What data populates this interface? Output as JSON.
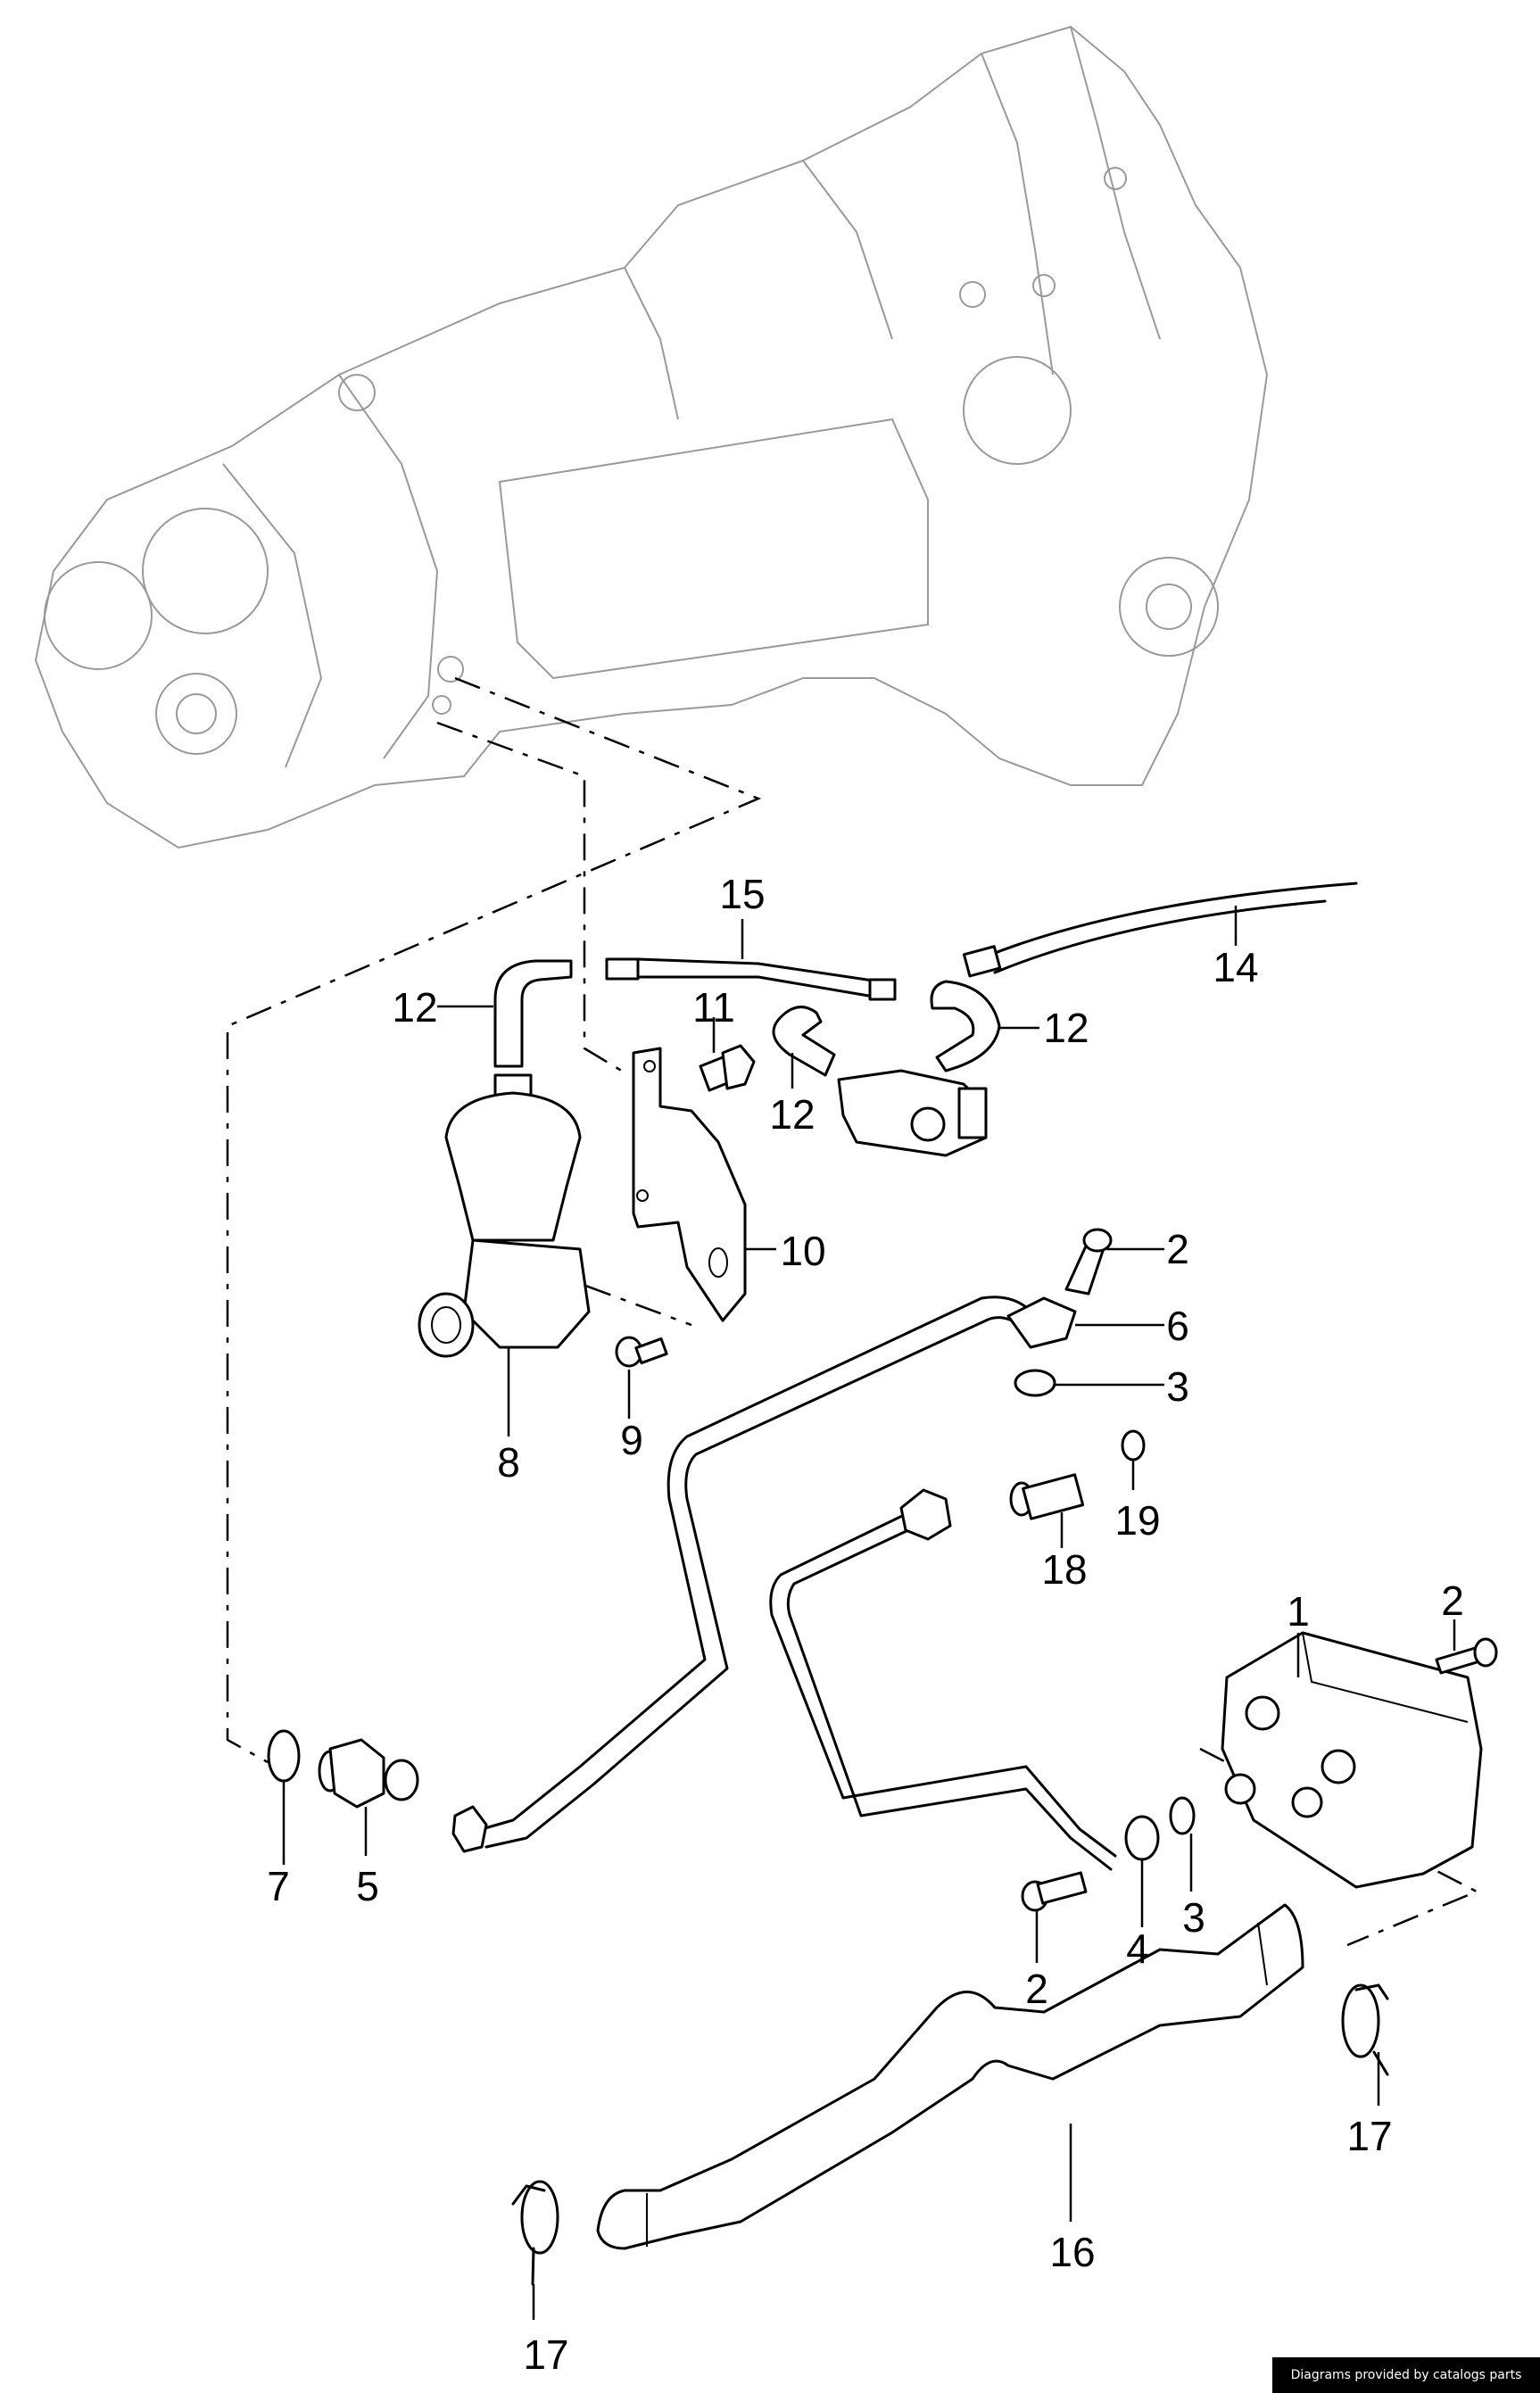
{
  "diagram": {
    "title": "Transmission cooling / oil cooler exploded parts diagram",
    "callouts": [
      {
        "id": "c1",
        "label": "1",
        "part": "oil cooler"
      },
      {
        "id": "c2a",
        "label": "2",
        "part": "bolt (upper)"
      },
      {
        "id": "c2b",
        "label": "2",
        "part": "bolt (cooler)"
      },
      {
        "id": "c2c",
        "label": "2",
        "part": "bolt (lower)"
      },
      {
        "id": "c3a",
        "label": "3",
        "part": "sealing ring (upper)"
      },
      {
        "id": "c3b",
        "label": "3",
        "part": "sealing ring (lower)"
      },
      {
        "id": "c4",
        "label": "4",
        "part": "pipe flange"
      },
      {
        "id": "c5",
        "label": "5",
        "part": "pipe flange"
      },
      {
        "id": "c6",
        "label": "6",
        "part": "union fitting"
      },
      {
        "id": "c7",
        "label": "7",
        "part": "sealing ring"
      },
      {
        "id": "c8",
        "label": "8",
        "part": "valve"
      },
      {
        "id": "c9",
        "label": "9",
        "part": "bolt"
      },
      {
        "id": "c10",
        "label": "10",
        "part": "bracket"
      },
      {
        "id": "c11",
        "label": "11",
        "part": "bolt"
      },
      {
        "id": "c12a",
        "label": "12",
        "part": "hose elbow (left)"
      },
      {
        "id": "c12b",
        "label": "12",
        "part": "hose elbow (middle)"
      },
      {
        "id": "c12c",
        "label": "12",
        "part": "hose elbow (right)"
      },
      {
        "id": "c14",
        "label": "14",
        "part": "vacuum line"
      },
      {
        "id": "c15",
        "label": "15",
        "part": "vacuum line"
      },
      {
        "id": "c16",
        "label": "16",
        "part": "coolant hose"
      },
      {
        "id": "c17a",
        "label": "17",
        "part": "hose clamp (left)"
      },
      {
        "id": "c17b",
        "label": "17",
        "part": "hose clamp (right)"
      },
      {
        "id": "c18",
        "label": "18",
        "part": "union fitting"
      },
      {
        "id": "c19",
        "label": "19",
        "part": "sealing ring"
      }
    ]
  },
  "footer": {
    "credit": "Diagrams provided by catalogs parts"
  }
}
